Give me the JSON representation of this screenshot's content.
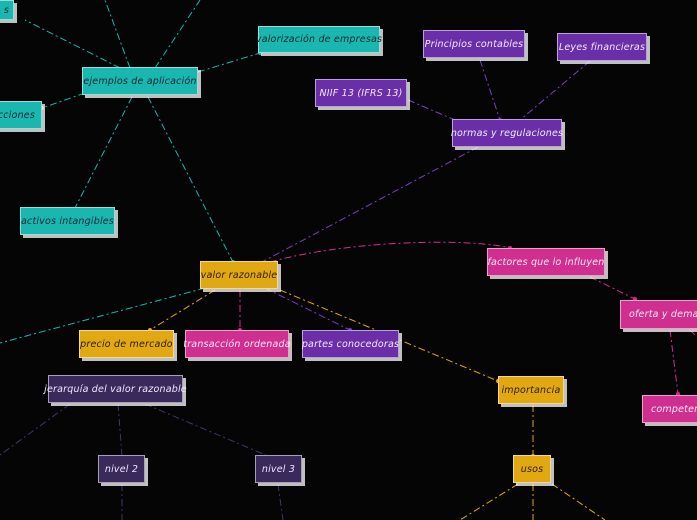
{
  "nodes": {
    "top_left_cut": "s",
    "valorizacion": "valorización de empresas",
    "ejemplos": "ejemplos de aplicación",
    "acciones": "acciones",
    "activos": "activos intangibles",
    "valor_razonable": "valor razonable",
    "principios": "Principios contables",
    "leyes": "Leyes financieras",
    "niif": "NIIF 13 (IFRS 13)",
    "normas": "normas y regulaciones",
    "factores": "factores que lo influyen",
    "oferta": "oferta y demanda",
    "competencia": "competencia",
    "precio": "precio de mercado",
    "transaccion": "transacción ordenada",
    "partes": "partes conocedoras",
    "importancia": "importancia",
    "jerarquia": "jerarquía del valor razonable",
    "nivel2": "nivel 2",
    "nivel3": "nivel 3",
    "usos": "usos"
  },
  "colors": {
    "teal": "#1ab6b0",
    "purple": "#6a2fa8",
    "gold": "#e1a812",
    "pink": "#cf2f8f",
    "dark_purple": "#3a2a5c",
    "background": "#050505"
  }
}
